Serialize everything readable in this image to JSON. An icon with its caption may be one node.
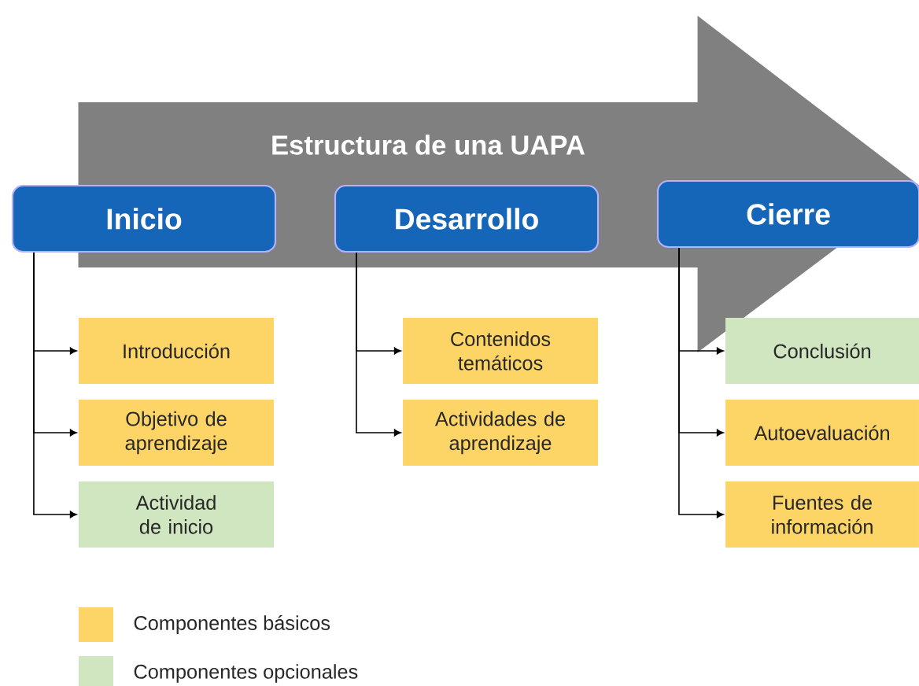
{
  "diagram": {
    "nodes": [
      {
        "text": [
          "Inicio"
        ]
      },
      {
        "text": [
          "Introducción"
        ]
      },
      {
        "text": [
          "Objetivo de aprendizaje"
        ]
      },
      {
        "text": [
          "Actividad de inicio"
        ]
      },
      {
        "text": [
          "Desarrollo"
        ]
      },
      {
        "text": [
          "Contenidos temáticos"
        ]
      },
      {
        "text": [
          "Actividades de aprendizaje"
        ]
      },
      {
        "text": [
          "Cierre"
        ]
      },
      {
        "text": [
          "Conclusión"
        ]
      },
      {
        "text": [
          "Autoevaluación"
        ]
      },
      {
        "text": [
          "Fuentes de información"
        ]
      }
    ],
    "edges": [
      {
        "from": 0,
        "to": 7,
        "arrow": "to",
        "style": "thick",
        "color": "#808080",
        "label": "Estructura de una UAPA"
      },
      {
        "from": 0,
        "to": 1,
        "arrow": "to"
      },
      {
        "from": 0,
        "to": 2,
        "arrow": "to"
      },
      {
        "from": 0,
        "to": 3,
        "arrow": "to"
      },
      {
        "from": 4,
        "to": 5,
        "arrow": "to"
      },
      {
        "from": 4,
        "to": 6,
        "arrow": "to"
      },
      {
        "from": 7,
        "to": 8,
        "arrow": "to"
      },
      {
        "from": 7,
        "to": 9,
        "arrow": "to"
      },
      {
        "from": 7,
        "to": 10,
        "arrow": "to"
      }
    ],
    "legend": [
      {
        "text": "Componentes básicos",
        "color": "#fdd567"
      },
      {
        "text": "Componentes opcionales",
        "color": "#d0e6c0"
      }
    ]
  }
}
